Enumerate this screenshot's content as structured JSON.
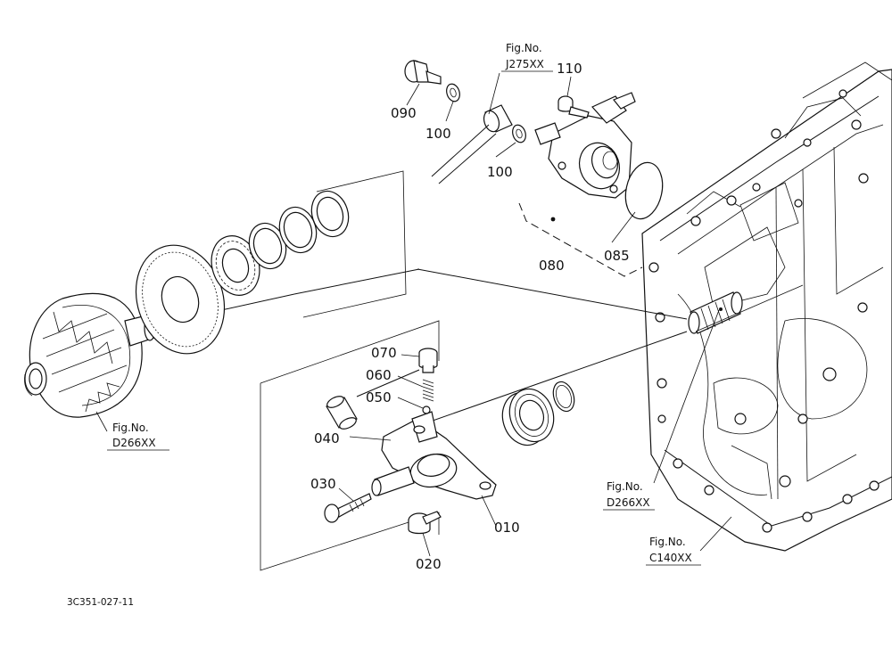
{
  "callouts": [
    {
      "id": "c-090",
      "text": "090"
    },
    {
      "id": "c-100a",
      "text": "100"
    },
    {
      "id": "c-100b",
      "text": "100"
    },
    {
      "id": "c-110",
      "text": "110"
    },
    {
      "id": "c-085",
      "text": "085"
    },
    {
      "id": "c-080",
      "text": "080"
    },
    {
      "id": "c-070",
      "text": "070"
    },
    {
      "id": "c-060",
      "text": "060"
    },
    {
      "id": "c-050",
      "text": "050"
    },
    {
      "id": "c-040",
      "text": "040"
    },
    {
      "id": "c-030",
      "text": "030"
    },
    {
      "id": "c-020",
      "text": "020"
    },
    {
      "id": "c-010",
      "text": "010"
    }
  ],
  "figure_refs": [
    {
      "id": "ref-j275",
      "line1": "Fig.No.",
      "line2": "J275XX"
    },
    {
      "id": "ref-d266a",
      "line1": "Fig.No.",
      "line2": "D266XX"
    },
    {
      "id": "ref-d266b",
      "line1": "Fig.No.",
      "line2": "D266XX"
    },
    {
      "id": "ref-c140",
      "line1": "Fig.No.",
      "line2": "C140XX"
    }
  ],
  "drawing_code": "3C351-027-11"
}
